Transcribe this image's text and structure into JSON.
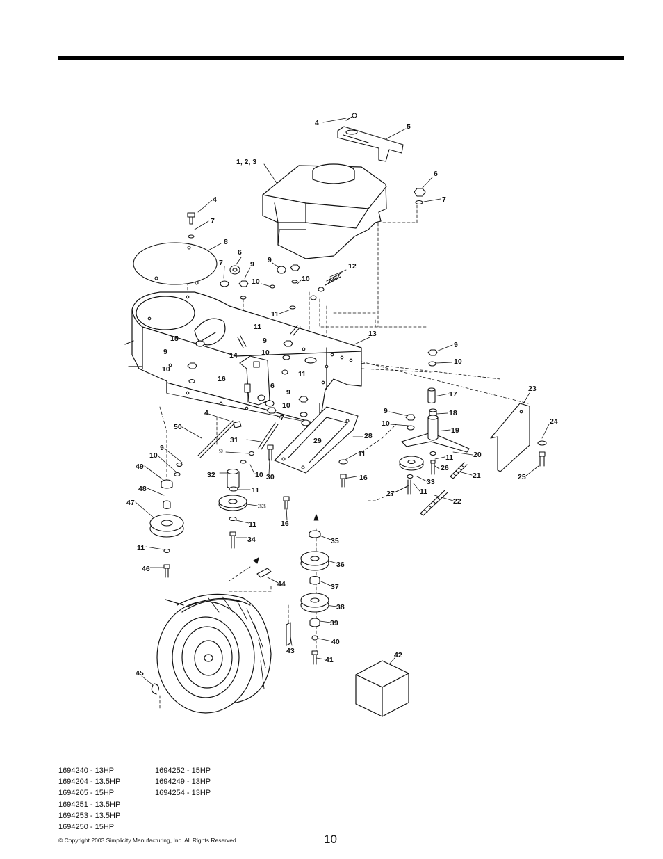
{
  "diagram": {
    "callouts": [
      {
        "id": "c4a",
        "text": "4"
      },
      {
        "id": "c5",
        "text": "5"
      },
      {
        "id": "c123",
        "text": "1, 2, 3"
      },
      {
        "id": "c6a",
        "text": "6"
      },
      {
        "id": "c7a",
        "text": "7"
      },
      {
        "id": "c4b",
        "text": "4"
      },
      {
        "id": "c7b",
        "text": "7"
      },
      {
        "id": "c8",
        "text": "8"
      },
      {
        "id": "c6b",
        "text": "6"
      },
      {
        "id": "c7c",
        "text": "7"
      },
      {
        "id": "c9a",
        "text": "9"
      },
      {
        "id": "c9b",
        "text": "9"
      },
      {
        "id": "c10a",
        "text": "10"
      },
      {
        "id": "c10b",
        "text": "10"
      },
      {
        "id": "c12",
        "text": "12"
      },
      {
        "id": "c11a",
        "text": "11"
      },
      {
        "id": "c11b",
        "text": "11"
      },
      {
        "id": "c13",
        "text": "13"
      },
      {
        "id": "c15",
        "text": "15"
      },
      {
        "id": "c9c",
        "text": "9"
      },
      {
        "id": "c10c",
        "text": "10"
      },
      {
        "id": "c14",
        "text": "14"
      },
      {
        "id": "c11c",
        "text": "11"
      },
      {
        "id": "c9d",
        "text": "9"
      },
      {
        "id": "c10d",
        "text": "10"
      },
      {
        "id": "c9e",
        "text": "9"
      },
      {
        "id": "c10e",
        "text": "10"
      },
      {
        "id": "c16a",
        "text": "16"
      },
      {
        "id": "c6c",
        "text": "6"
      },
      {
        "id": "c9f",
        "text": "9"
      },
      {
        "id": "c10f",
        "text": "10"
      },
      {
        "id": "c17",
        "text": "17"
      },
      {
        "id": "c23",
        "text": "23"
      },
      {
        "id": "c4c",
        "text": "4"
      },
      {
        "id": "c7d",
        "text": "7"
      },
      {
        "id": "c9g",
        "text": "9"
      },
      {
        "id": "c10g",
        "text": "10"
      },
      {
        "id": "c18",
        "text": "18"
      },
      {
        "id": "c24",
        "text": "24"
      },
      {
        "id": "c50",
        "text": "50"
      },
      {
        "id": "c29",
        "text": "29"
      },
      {
        "id": "c19",
        "text": "19"
      },
      {
        "id": "c31",
        "text": "31"
      },
      {
        "id": "c28",
        "text": "28"
      },
      {
        "id": "c9h",
        "text": "9"
      },
      {
        "id": "c10h",
        "text": "10"
      },
      {
        "id": "c9i",
        "text": "9"
      },
      {
        "id": "c11d",
        "text": "11"
      },
      {
        "id": "c20",
        "text": "20"
      },
      {
        "id": "c11e",
        "text": "11"
      },
      {
        "id": "c49",
        "text": "49"
      },
      {
        "id": "c32",
        "text": "32"
      },
      {
        "id": "c10i",
        "text": "10"
      },
      {
        "id": "c30",
        "text": "30"
      },
      {
        "id": "c16b",
        "text": "16"
      },
      {
        "id": "c26",
        "text": "26"
      },
      {
        "id": "c21",
        "text": "21"
      },
      {
        "id": "c25",
        "text": "25"
      },
      {
        "id": "c48",
        "text": "48"
      },
      {
        "id": "c11f",
        "text": "11"
      },
      {
        "id": "c33a",
        "text": "33"
      },
      {
        "id": "c27",
        "text": "27"
      },
      {
        "id": "c11g",
        "text": "11"
      },
      {
        "id": "c47",
        "text": "47"
      },
      {
        "id": "c33b",
        "text": "33"
      },
      {
        "id": "c22",
        "text": "22"
      },
      {
        "id": "c11h",
        "text": "11"
      },
      {
        "id": "c16c",
        "text": "16"
      },
      {
        "id": "c34",
        "text": "34"
      },
      {
        "id": "c35",
        "text": "35"
      },
      {
        "id": "c11i",
        "text": "11"
      },
      {
        "id": "c46",
        "text": "46"
      },
      {
        "id": "c36",
        "text": "36"
      },
      {
        "id": "c44",
        "text": "44"
      },
      {
        "id": "c37",
        "text": "37"
      },
      {
        "id": "c38",
        "text": "38"
      },
      {
        "id": "c39",
        "text": "39"
      },
      {
        "id": "c40",
        "text": "40"
      },
      {
        "id": "c43",
        "text": "43"
      },
      {
        "id": "c41",
        "text": "41"
      },
      {
        "id": "c42",
        "text": "42"
      },
      {
        "id": "c45",
        "text": "45"
      }
    ]
  },
  "models": {
    "col1": [
      "1694240 - 13HP",
      "1694204 - 13.5HP",
      "1694205 - 15HP",
      "1694251 - 13.5HP",
      "1694253 - 13.5HP",
      "1694250 - 15HP"
    ],
    "col2": [
      "1694252 - 15HP",
      "1694249 - 13HP",
      "1694254 - 13HP"
    ]
  },
  "footer": {
    "copyright": "© Copyright 2003 Simplicity Manufacturing, Inc. All Rights Reserved.",
    "page_number": "10"
  }
}
